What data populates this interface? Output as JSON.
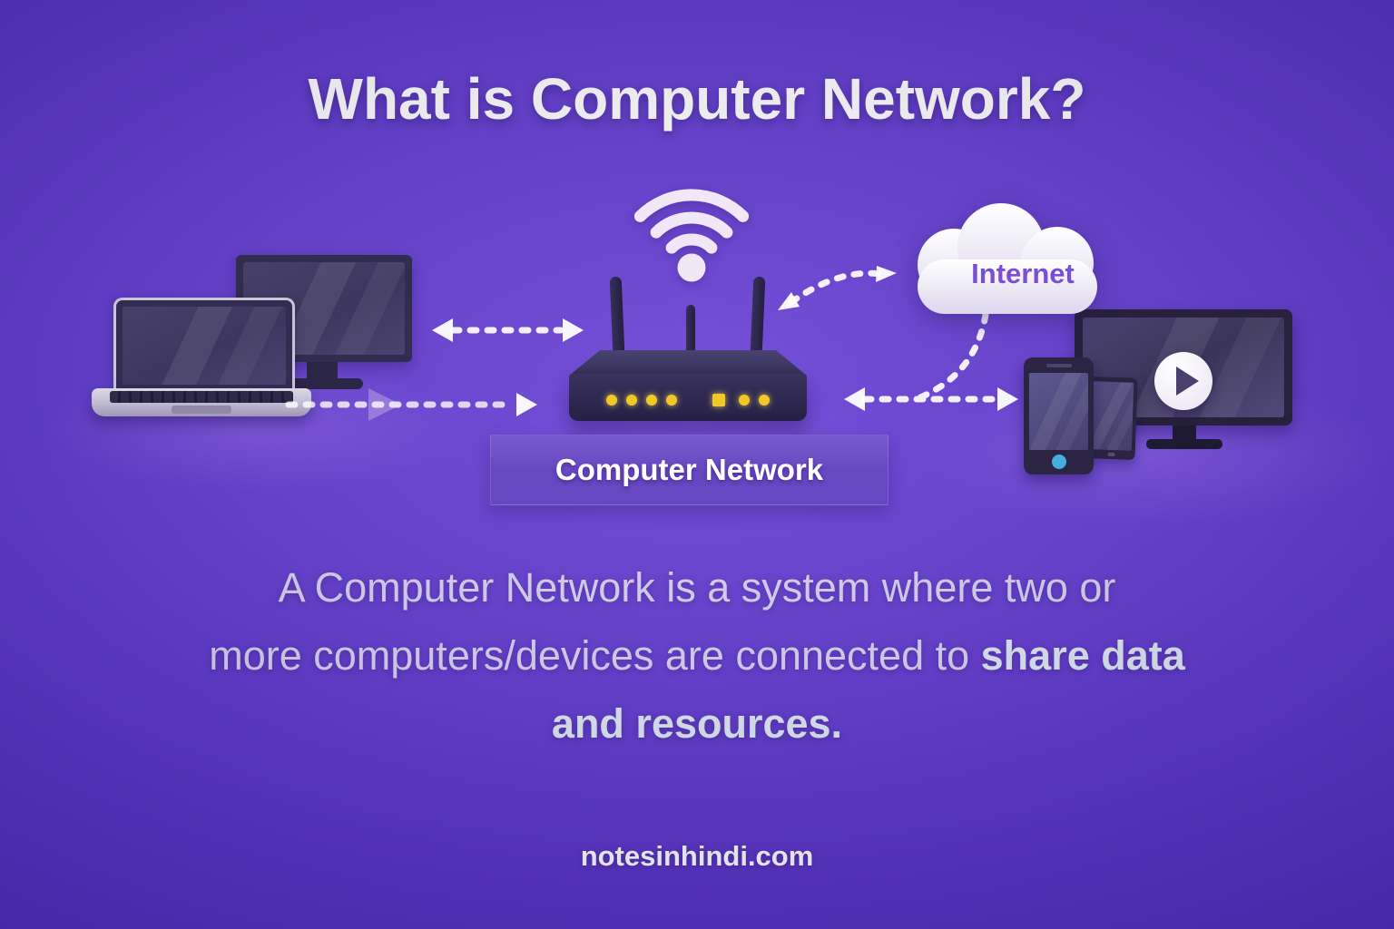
{
  "title": "What is Computer Network?",
  "diagram": {
    "cloud_label": "Internet",
    "banner_label": "Computer Network",
    "icons": {
      "wifi": "wifi-icon (three arcs + dot)",
      "internet_cloud": "cloud-icon",
      "play": "play-icon ▶",
      "connections": "dashed-arrow-icon"
    }
  },
  "description": {
    "line1": "A Computer Network is a system where two or",
    "line2_normal": "more computers/devices are connected to ",
    "line2_bold": "share data",
    "line3_bold": "and resources."
  },
  "footer": "notesinhindi.com",
  "colors": {
    "background_center": "#7049d8",
    "background_edge": "#4727a6",
    "banner_bg": "#6847c3",
    "cloud_text": "#7a4fd6",
    "led_yellow": "#f0c929",
    "home_button_blue": "#45aee0",
    "device_dark": "#2b2543",
    "body_text": "#d8d2ef",
    "title_text": "#ffffff",
    "wifi_icon": "#f2e7f6"
  }
}
